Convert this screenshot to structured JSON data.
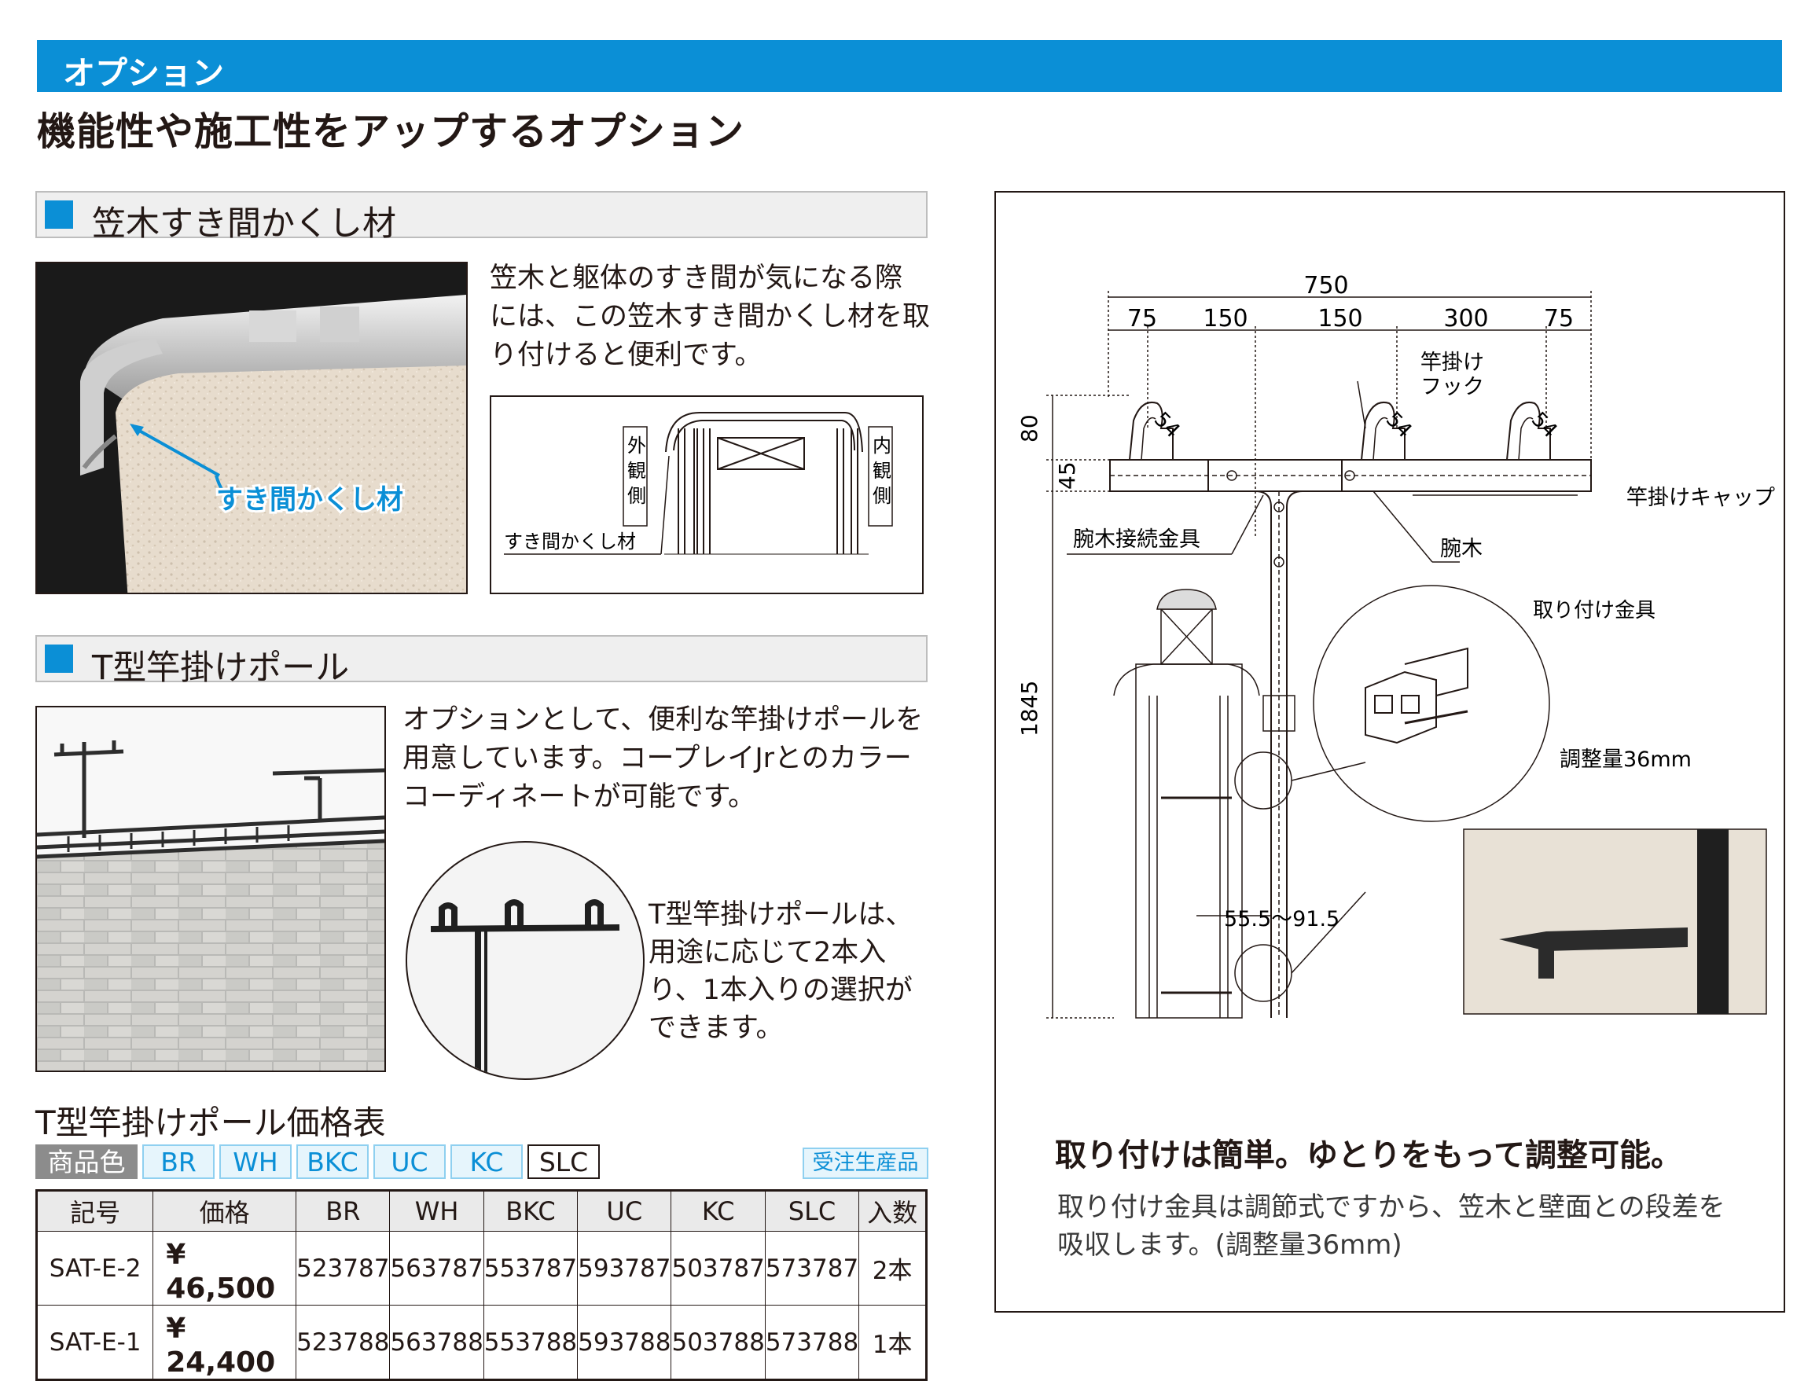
{
  "banner": {
    "label": "オプション"
  },
  "headline": "機能性や施工性をアップするオプション",
  "section1": {
    "title": "笠木すき間かくし材",
    "description": "笠木と躯体のすき間が気になる際には、この笠木すき間かくし材を取り付けると便利です。",
    "description_lines": [
      "笠木と躯体のすき間が気になる際",
      "には、この笠木すき間かくし材を取",
      "り付けると便利です。"
    ],
    "photo_callout": "すき間かくし材",
    "diagram": {
      "outside_label": [
        "外",
        "観",
        "側"
      ],
      "inside_label": [
        "内",
        "観",
        "側"
      ],
      "part_label": "すき間かくし材"
    }
  },
  "section2": {
    "title": "T型竿掛けポール",
    "description_lines": [
      "オプションとして、便利な竿掛けポールを",
      "用意しています。コープレイJrとのカラー",
      "コーディネートが可能です。"
    ],
    "detail_lines": [
      "T型竿掛けポールは、",
      "用途に応じて2本入",
      "り、1本入りの選択が",
      "できます。"
    ]
  },
  "price_table": {
    "title": "T型竿掛けポール価格表",
    "color_label": "商品色",
    "colors": [
      "BR",
      "WH",
      "BKC",
      "UC",
      "KC",
      "SLC"
    ],
    "made_to_order": "受注生産品",
    "headers": [
      "記号",
      "価格",
      "BR",
      "WH",
      "BKC",
      "UC",
      "KC",
      "SLC",
      "入数"
    ],
    "rows": [
      {
        "code": "SAT-E-2",
        "price": "¥　46,500",
        "BR": "523787",
        "WH": "563787",
        "BKC": "553787",
        "UC": "593787",
        "KC": "503787",
        "SLC": "573787",
        "qty": "2本"
      },
      {
        "code": "SAT-E-1",
        "price": "¥　24,400",
        "BR": "523788",
        "WH": "563788",
        "BKC": "553788",
        "UC": "593788",
        "KC": "503788",
        "SLC": "573788",
        "qty": "1本"
      }
    ]
  },
  "drawing": {
    "dims": {
      "total_width": "750",
      "segments": [
        "75",
        "150",
        "150",
        "300",
        "75"
      ],
      "hook_height": "80",
      "arm_height": "45",
      "pole_height": "1845",
      "hook_radius": "54",
      "clamp_range": "55.5〜91.5"
    },
    "labels": {
      "hook": [
        "竿掛け",
        "フック"
      ],
      "cap": "竿掛けキャップ",
      "arm_bracket": "腕木接続金具",
      "arm": "腕木",
      "mount_bracket": "取り付け金具",
      "adjust": "調整量36mm"
    }
  },
  "footer": {
    "headline": "取り付けは簡単。ゆとりをもって調整可能。",
    "body_lines": [
      "取り付け金具は調節式ですから、笠木と壁面との段差を",
      "吸収します。(調整量36mm)"
    ]
  },
  "colors": {
    "accent": "#0b8fd6",
    "text": "#231815"
  }
}
